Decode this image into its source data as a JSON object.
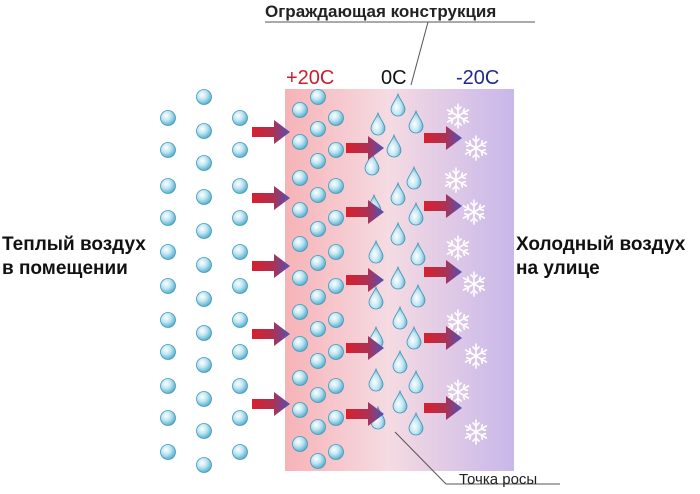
{
  "wall_title": "Ограждающая конструкция",
  "temperatures": {
    "warm": "+20C",
    "zero": "0C",
    "cold": "-20C"
  },
  "labels": {
    "warm_side": "Теплый воздух\nв помещении",
    "cold_side": "Холодный воздух\nна улице",
    "dew_point": "Точка росы"
  },
  "colors": {
    "warm_gradient": "#f6b3b7",
    "cold_gradient": "#c9b8e8",
    "bubble": "#8fd0e6",
    "arrow_red": "#d62030",
    "arrow_blue": "#4a4fb0",
    "temp_warm": "#c8202f",
    "temp_cold": "#1f2a8a"
  },
  "icons": [
    "water-bubble-icon",
    "water-drop-icon",
    "snowflake-icon",
    "arrow-icon"
  ]
}
